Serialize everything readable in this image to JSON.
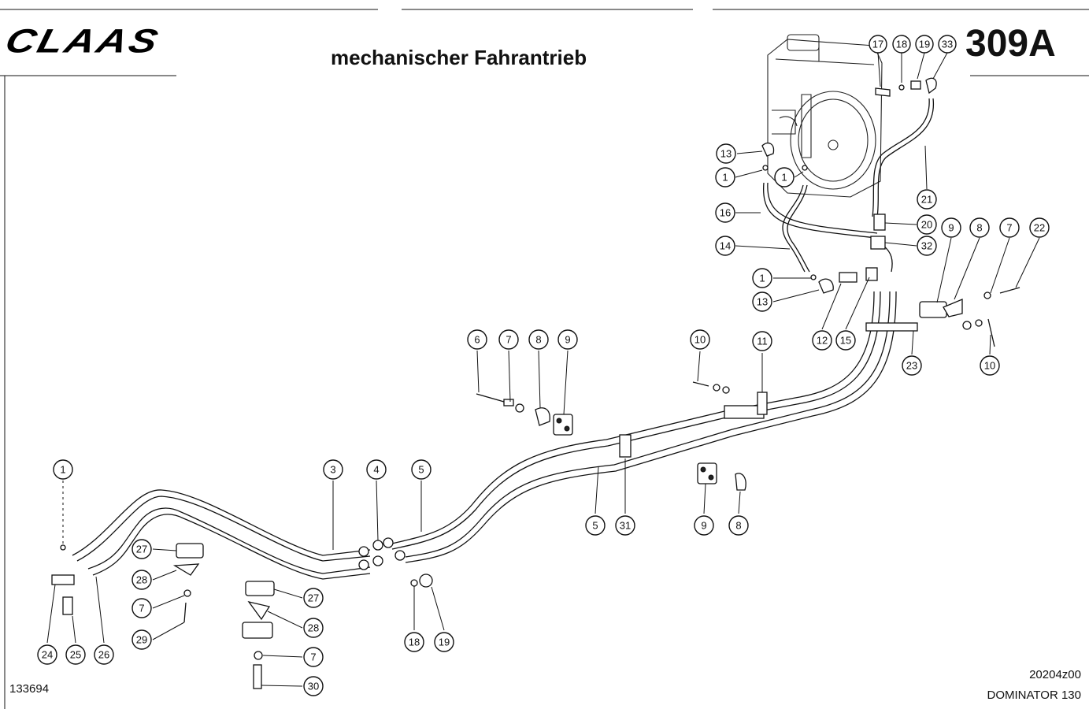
{
  "header": {
    "brand": "CLAAS",
    "title": "mechanischer Fahrantrieb",
    "page_number": "309A"
  },
  "footer": {
    "drawing_number": "133694",
    "reference_code": "20204z00",
    "model": "DOMINATOR 130"
  },
  "callouts": [
    {
      "id": "c17",
      "label": "17"
    },
    {
      "id": "c18a",
      "label": "18"
    },
    {
      "id": "c19a",
      "label": "19"
    },
    {
      "id": "c33",
      "label": "33"
    },
    {
      "id": "c13a",
      "label": "13"
    },
    {
      "id": "c1a",
      "label": "1"
    },
    {
      "id": "c1b",
      "label": "1"
    },
    {
      "id": "c21",
      "label": "21"
    },
    {
      "id": "c16",
      "label": "16"
    },
    {
      "id": "c20",
      "label": "20"
    },
    {
      "id": "c9a",
      "label": "9"
    },
    {
      "id": "c8a",
      "label": "8"
    },
    {
      "id": "c7a",
      "label": "7"
    },
    {
      "id": "c22",
      "label": "22"
    },
    {
      "id": "c14",
      "label": "14"
    },
    {
      "id": "c32",
      "label": "32"
    },
    {
      "id": "c1c",
      "label": "1"
    },
    {
      "id": "c13b",
      "label": "13"
    },
    {
      "id": "c12",
      "label": "12"
    },
    {
      "id": "c15",
      "label": "15"
    },
    {
      "id": "c23",
      "label": "23"
    },
    {
      "id": "c10a",
      "label": "10"
    },
    {
      "id": "c6",
      "label": "6"
    },
    {
      "id": "c7b",
      "label": "7"
    },
    {
      "id": "c8b",
      "label": "8"
    },
    {
      "id": "c9b",
      "label": "9"
    },
    {
      "id": "c10b",
      "label": "10"
    },
    {
      "id": "c11",
      "label": "11"
    },
    {
      "id": "c1d",
      "label": "1"
    },
    {
      "id": "c3",
      "label": "3"
    },
    {
      "id": "c4",
      "label": "4"
    },
    {
      "id": "c5a",
      "label": "5"
    },
    {
      "id": "c5b",
      "label": "5"
    },
    {
      "id": "c31",
      "label": "31"
    },
    {
      "id": "c9c",
      "label": "9"
    },
    {
      "id": "c8c",
      "label": "8"
    },
    {
      "id": "c27a",
      "label": "27"
    },
    {
      "id": "c28a",
      "label": "28"
    },
    {
      "id": "c7c",
      "label": "7"
    },
    {
      "id": "c29",
      "label": "29"
    },
    {
      "id": "c27b",
      "label": "27"
    },
    {
      "id": "c28b",
      "label": "28"
    },
    {
      "id": "c7d",
      "label": "7"
    },
    {
      "id": "c30",
      "label": "30"
    },
    {
      "id": "c18b",
      "label": "18"
    },
    {
      "id": "c19b",
      "label": "19"
    },
    {
      "id": "c24",
      "label": "24"
    },
    {
      "id": "c25",
      "label": "25"
    },
    {
      "id": "c26",
      "label": "26"
    }
  ]
}
